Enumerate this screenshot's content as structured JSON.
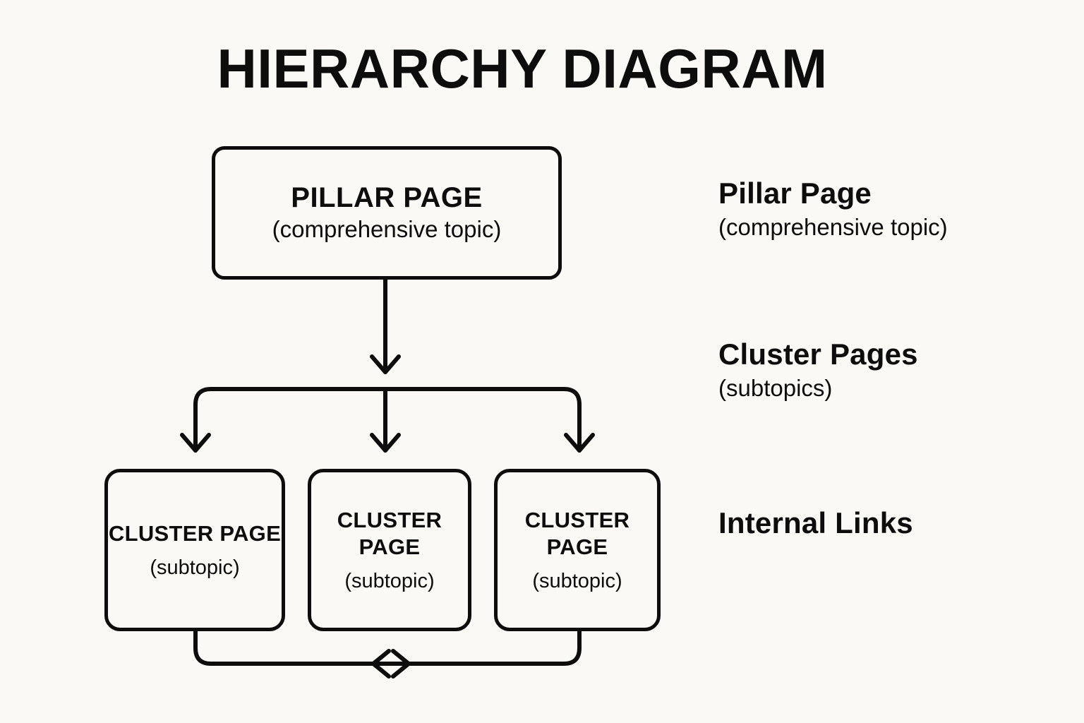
{
  "diagram": {
    "title": "HIERARCHY DIAGRAM",
    "background_color": "#FAF9F5",
    "ink_color": "#0D0D0D"
  },
  "nodes": {
    "pillar": {
      "title": "PILLAR PAGE",
      "subtitle": "(comprehensive topic)"
    },
    "clusters": [
      {
        "title": "CLUSTER PAGE",
        "subtitle": "(subtopic)"
      },
      {
        "title": "CLUSTER PAGE",
        "subtitle": "(subtopic)"
      },
      {
        "title": "CLUSTER PAGE",
        "subtitle": "(subtopic)"
      }
    ]
  },
  "legend": [
    {
      "title": "Pillar Page",
      "subtitle": "(comprehensive topic)"
    },
    {
      "title": "Cluster Pages",
      "subtitle": "(subtopics)"
    },
    {
      "title": "Internal Links",
      "subtitle": ""
    }
  ]
}
